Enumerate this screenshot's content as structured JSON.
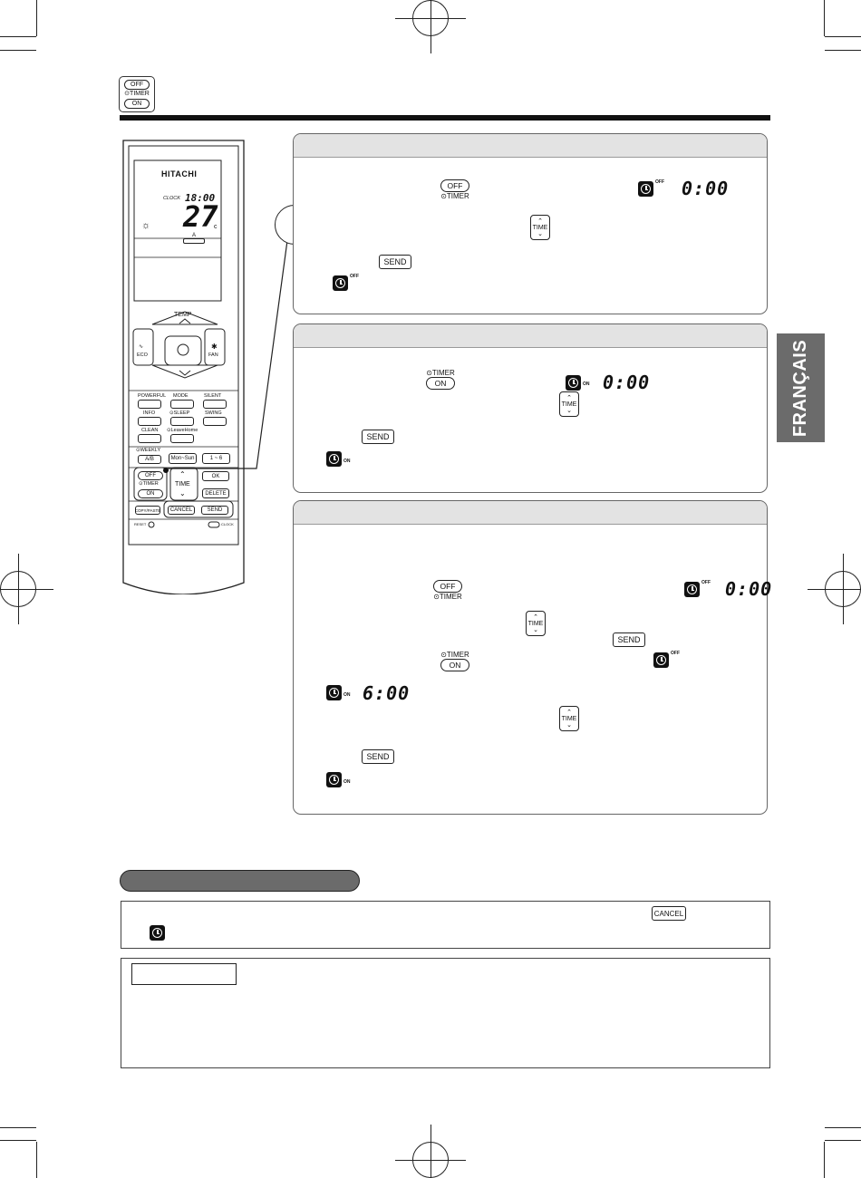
{
  "header": {
    "icon_top": "OFF",
    "icon_mid": "⊙TIMER",
    "icon_bottom": "ON"
  },
  "buttons": {
    "off": "OFF",
    "on": "ON",
    "timer": "⊙TIMER",
    "time": "TIME",
    "send": "SEND",
    "cancel": "CANCEL"
  },
  "indicators": {
    "off_tag": "OFF",
    "on_tag": "ON"
  },
  "lcd": {
    "p1": "0:00",
    "p2": "0:00",
    "p3a": "0:00",
    "p3b": "6:00"
  },
  "side_tab": "FRANÇAIS",
  "remote": {
    "brand": "HITACHI",
    "clock_label": "CLOCK",
    "clock_time": "18:00",
    "temperature": "27",
    "temp_unit": "c",
    "auto": "A",
    "temp_label": "TEMP",
    "eco": "ECO",
    "fan": "FAN",
    "powerful": "POWERFUL",
    "mode": "MODE",
    "silent": "SILENT",
    "info": "INFO",
    "sleep": "⊙SLEEP",
    "swing": "SWING",
    "clean": "CLEAN",
    "leave_home": "⊙LeaveHome",
    "weekly": "⊙WEEKLY",
    "ab": "A/B",
    "mon_sun": "Mon~Sun",
    "one_six": "1 ~ 6",
    "off": "OFF",
    "timer": "⊙TIMER",
    "on": "ON",
    "time": "TIME",
    "ok": "OK",
    "delete": "DELETE",
    "copy_paste": "COPY/PASTE",
    "cancel": "CANCEL",
    "send": "SEND",
    "reset": "RESET",
    "clock": "CLOCK"
  }
}
